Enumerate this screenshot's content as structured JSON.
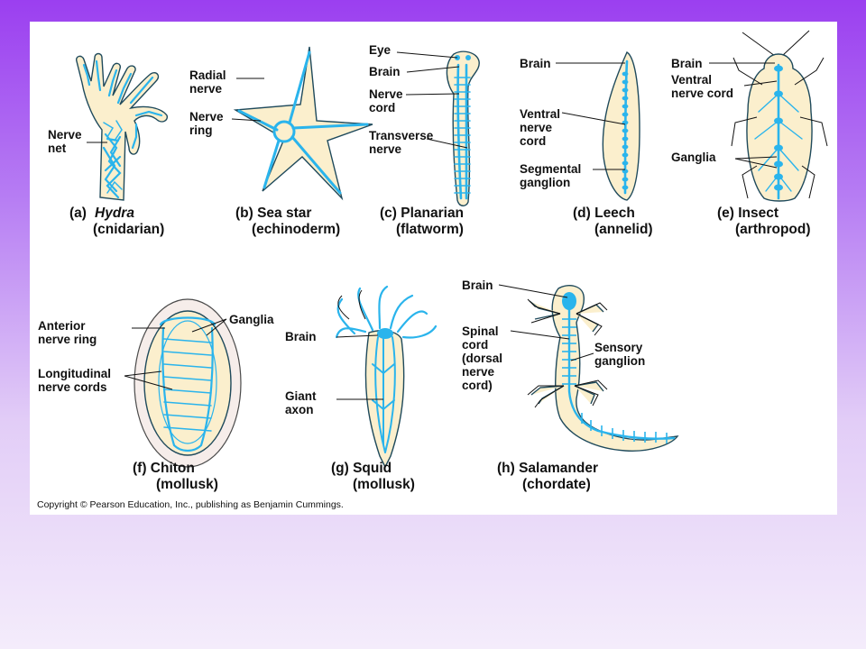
{
  "labels": {
    "a_nerve": [
      "Nerve",
      "net"
    ],
    "a_caption_a": "(a)",
    "a_caption_b": "Hydra",
    "a_caption_c": "(cnidarian)",
    "b_radial": [
      "Radial",
      "nerve"
    ],
    "b_ring": [
      "Nerve",
      "ring"
    ],
    "b_caption_a": "(b) Sea star",
    "b_caption_b": "(echinoderm)",
    "c_eye": "Eye",
    "c_brain": "Brain",
    "c_cord": [
      "Nerve",
      "cord"
    ],
    "c_transverse": [
      "Transverse",
      "nerve"
    ],
    "c_caption_a": "(c) Planarian",
    "c_caption_b": "(flatworm)",
    "d_brain": "Brain",
    "d_ventral": [
      "Ventral",
      "nerve",
      "cord"
    ],
    "d_segmental": [
      "Segmental",
      "ganglion"
    ],
    "d_caption_a": "(d) Leech",
    "d_caption_b": "(annelid)",
    "e_brain": "Brain",
    "e_ventral": [
      "Ventral",
      "nerve cord"
    ],
    "e_ganglia": "Ganglia",
    "e_caption_a": "(e) Insect",
    "e_caption_b": "(arthropod)",
    "f_anterior": [
      "Anterior",
      "nerve ring"
    ],
    "f_ganglia": "Ganglia",
    "f_longitudinal": [
      "Longitudinal",
      "nerve cords"
    ],
    "f_caption_a": "(f)   Chiton",
    "f_caption_b": "(mollusk)",
    "g_brain": "Brain",
    "g_axon": [
      "Giant",
      "axon"
    ],
    "g_caption_a": "(g) Squid",
    "g_caption_b": "(mollusk)",
    "h_brain": "Brain",
    "h_spinal": [
      "Spinal",
      "cord",
      "(dorsal",
      "nerve",
      "cord)"
    ],
    "h_sensory": [
      "Sensory",
      "ganglion"
    ],
    "h_caption_a": "(h) Salamander",
    "h_caption_b": "(chordate)"
  },
  "copyright": "Copyright © Pearson Education, Inc., publishing as Benjamin Cummings.",
  "colors": {
    "nerve": "#2ab4ec",
    "body": "#fbefcd",
    "outline": "#1f4a5c",
    "background_top": "#9b3ff0",
    "background_bottom": "#f4ecfb"
  }
}
